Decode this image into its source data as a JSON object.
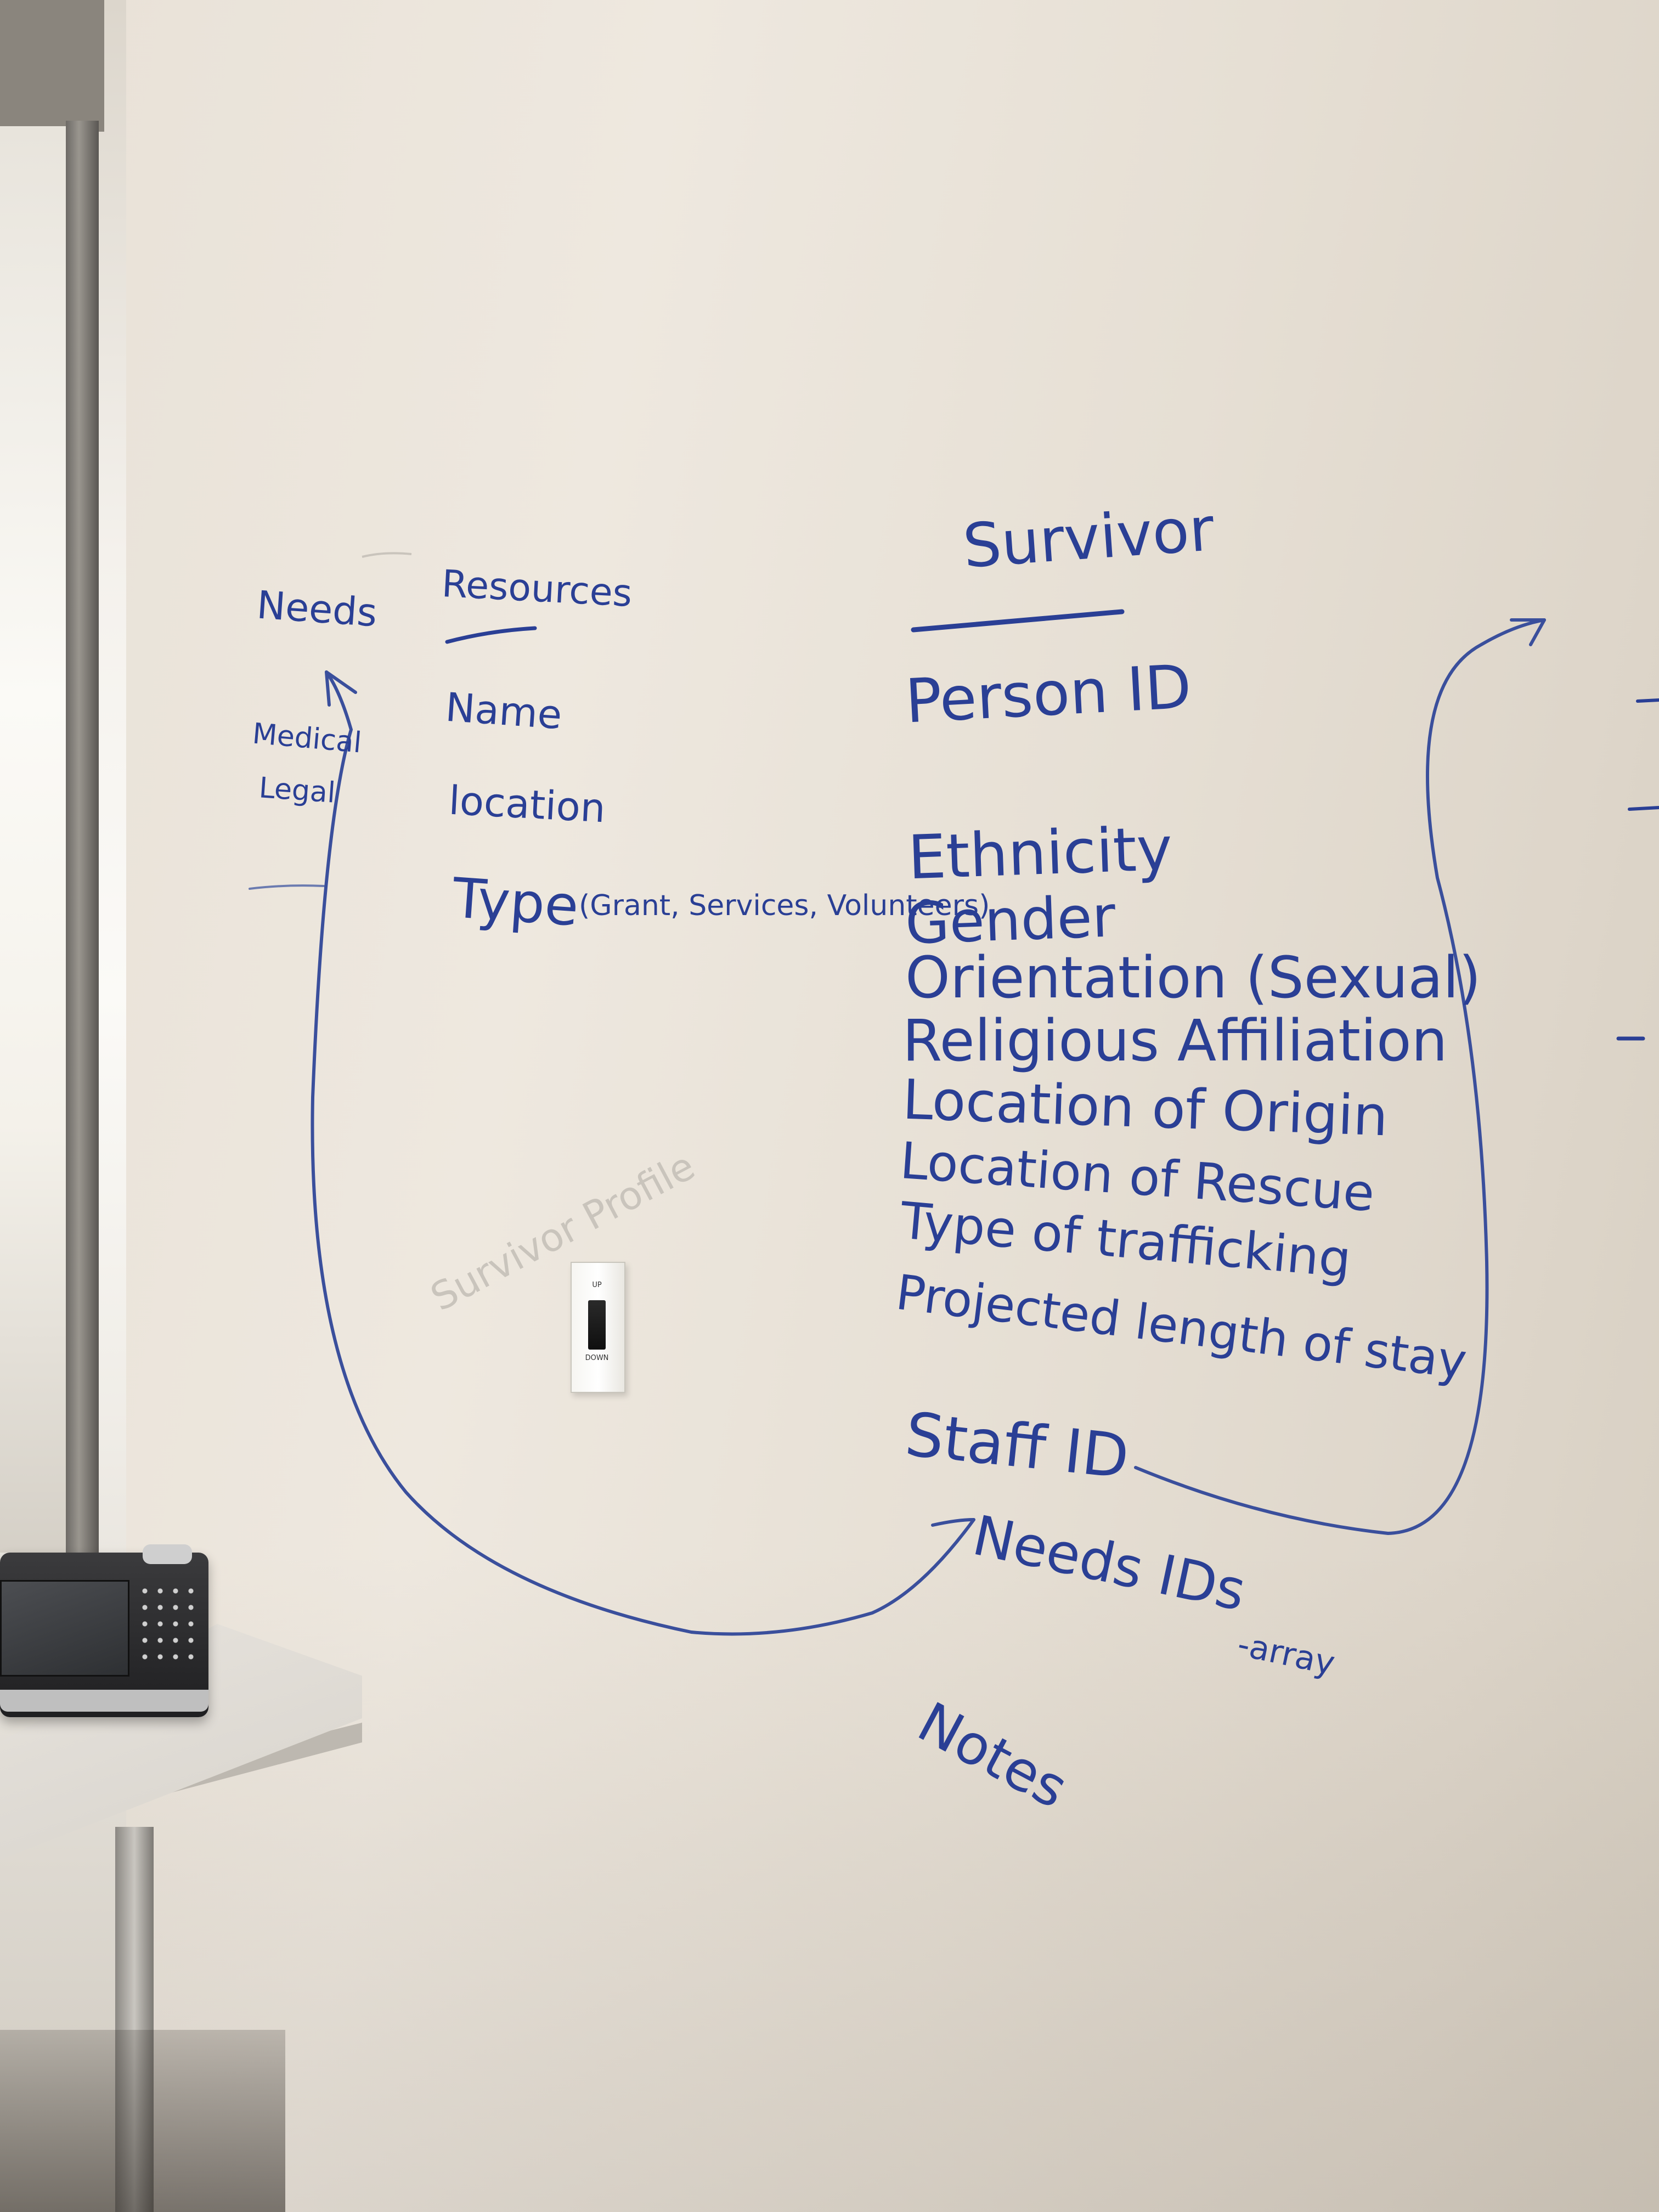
{
  "whiteboard": {
    "needs": {
      "heading": "Needs",
      "items": [
        "Medical",
        "Legal"
      ]
    },
    "resources": {
      "heading": "Resources",
      "fields": [
        "Name",
        "location",
        "Type"
      ],
      "type_note": "(Grant, Services, Volunteers)"
    },
    "survivor": {
      "heading": "Survivor",
      "fields": [
        "Person ID",
        "Ethnicity",
        "Gender",
        "Orientation (Sexual)",
        "Religious Affiliation",
        "Location of Origin",
        "Location of Rescue",
        "Type of trafficking",
        "Projected length of stay",
        "Staff ID",
        "Needs IDs",
        "Notes"
      ],
      "needs_ids_note": "-array"
    },
    "faint_erased": {
      "survivor_profile": "Survivor Profile"
    }
  },
  "light_switch": {
    "up_label": "UP",
    "down_label": "DOWN"
  },
  "colors": {
    "marker_blue": "#2a3f95",
    "wall": "#e9e2d8"
  }
}
